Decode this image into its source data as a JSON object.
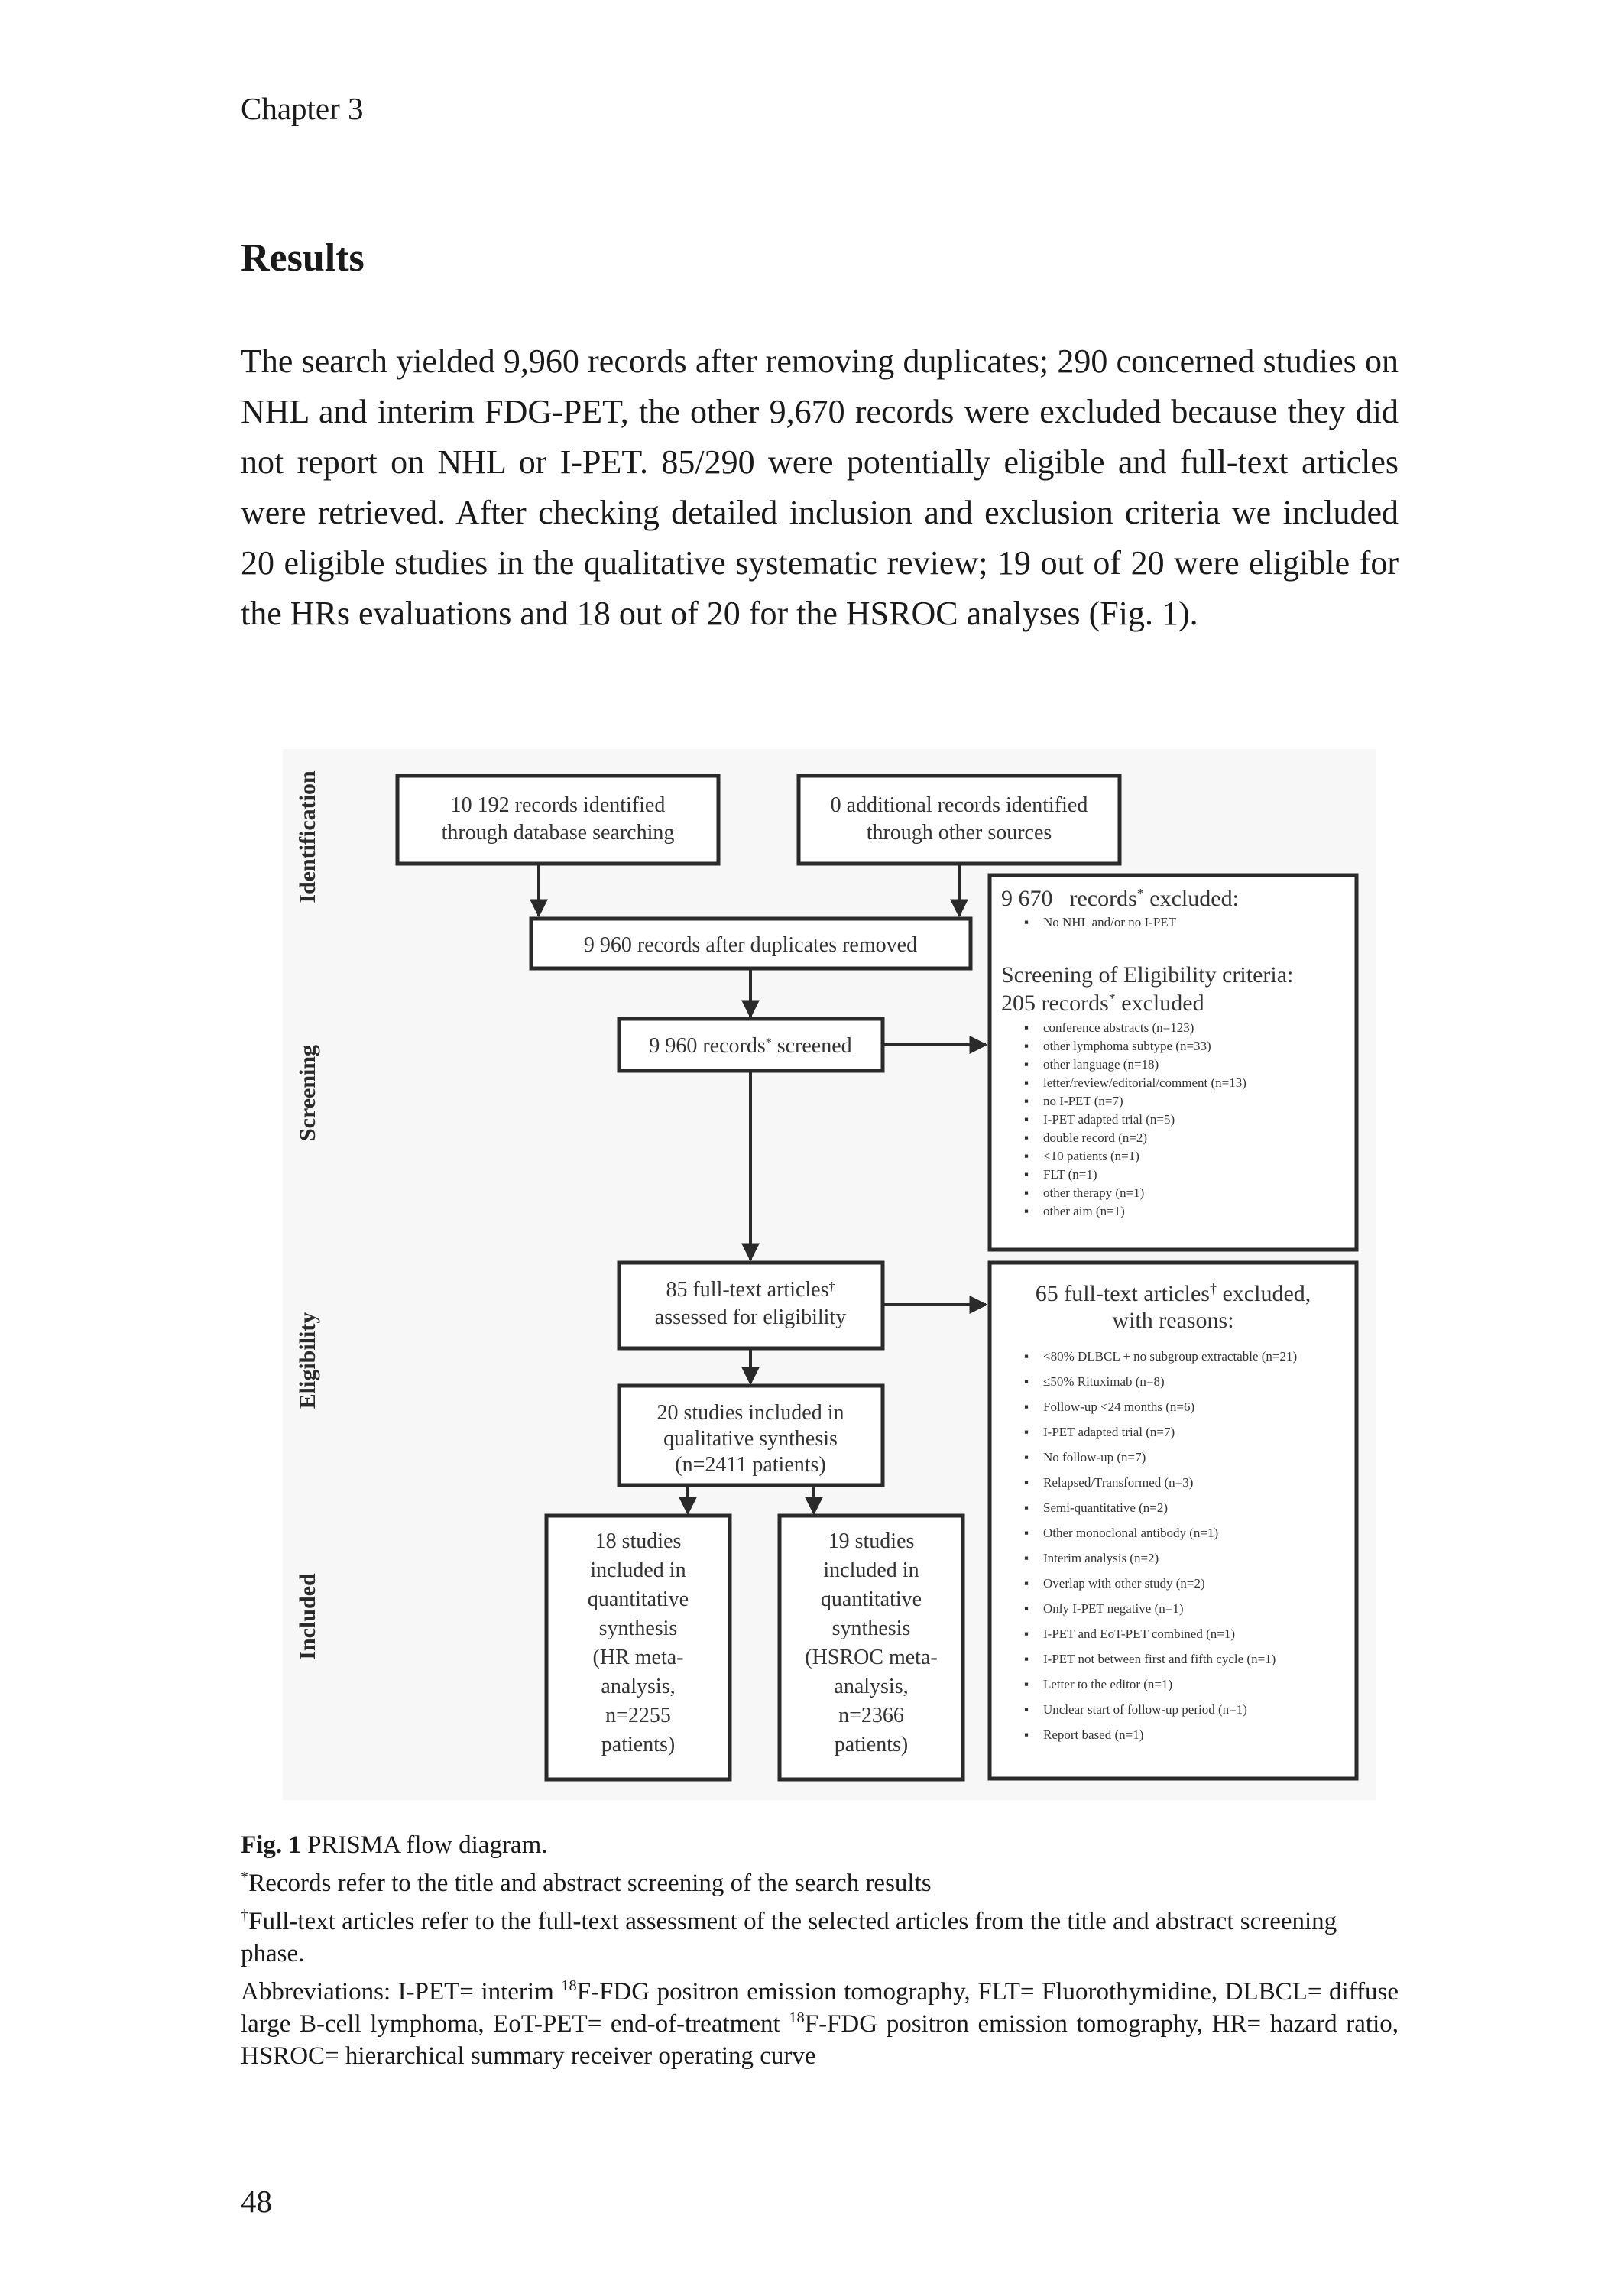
{
  "header": {
    "chapter": "Chapter 3"
  },
  "section": {
    "title": "Results"
  },
  "paragraph": "The search yielded 9,960 records after removing duplicates; 290 concerned studies on NHL and interim FDG-PET, the other 9,670 records were excluded because they did not report on NHL or I-PET. 85/290 were potentially eligible and full-text articles were retrieved. After checking detailed inclusion and exclusion criteria we included 20 eligible studies in the qualitative systematic review; 19 out of 20 were eligible for the HRs evaluations and 18 out of 20 for the HSROC analyses (Fig. 1).",
  "diagram": {
    "phases": [
      "Identification",
      "Screening",
      "Eligibility",
      "Included"
    ],
    "id_db": [
      "10 192 records identified",
      "through database searching"
    ],
    "id_other": [
      "0 additional records identified",
      "through other sources"
    ],
    "dup_removed": "9 960 records after duplicates removed",
    "screened_a": "9 960 records",
    "screened_b": " screened",
    "excl1_num": "9 670",
    "excl1_label": "records",
    "excl1_suffix": " excluded:",
    "excl1_item": "No NHL and/or no I-PET",
    "excl2_title": "Screening of Eligibility criteria:",
    "excl2_sub_a": "205 records",
    "excl2_sub_b": " excluded",
    "excl2_items": [
      "conference abstracts (n=123)",
      "other lymphoma subtype (n=33)",
      "other language (n=18)",
      "letter/review/editorial/comment (n=13)",
      "no I-PET (n=7)",
      "I-PET adapted trial (n=5)",
      "double record (n=2)",
      "<10 patients (n=1)",
      "FLT (n=1)",
      "other therapy (n=1)",
      "other aim (n=1)"
    ],
    "fulltext_a": "85 full-text articles",
    "fulltext_b": "assessed for eligibility",
    "excl3_title_a": "65 full-text articles",
    "excl3_title_b": " excluded,",
    "excl3_title_2": "with reasons:",
    "excl3_items": [
      "<80% DLBCL + no subgroup extractable (n=21)",
      "≤50% Rituximab (n=8)",
      "Follow-up <24 months (n=6)",
      "I-PET adapted trial (n=7)",
      "No follow-up (n=7)",
      "Relapsed/Transformed (n=3)",
      "Semi-quantitative (n=2)",
      "Other monoclonal antibody (n=1)",
      "Interim analysis (n=2)",
      "Overlap with other study (n=2)",
      "Only I-PET negative (n=1)",
      "I-PET and EoT-PET combined (n=1)",
      "I-PET not between first and fifth cycle (n=1)",
      "Letter to the editor (n=1)",
      "Unclear start of follow-up period (n=1)",
      "Report based (n=1)"
    ],
    "qual": [
      "20 studies included in",
      "qualitative synthesis",
      "(n=2411 patients)"
    ],
    "hr": [
      "18 studies",
      "included in",
      "quantitative",
      "synthesis",
      "(HR meta-",
      "analysis,",
      "n=2255",
      "patients)"
    ],
    "hsroc": [
      "19 studies",
      "included in",
      "quantitative",
      "synthesis",
      "(HSROC meta-",
      "analysis,",
      "n=2366",
      "patients)"
    ]
  },
  "caption": {
    "fig_label": "Fig. 1",
    "fig_title": " PRISMA flow diagram.",
    "note1_mark": "*",
    "note1": "Records refer to the title and abstract screening of the search results",
    "note2_mark": "†",
    "note2": "Full-text articles refer to the full-text assessment of the selected articles from the title and abstract screening phase.",
    "abbr_1": "Abbreviations: I-PET= interim ",
    "abbr_sup1": "18",
    "abbr_2": "F-FDG positron emission tomography, FLT= Fluorothymidine, DLBCL= diffuse large B-cell lymphoma, EoT-PET= end-of-treatment ",
    "abbr_sup2": "18",
    "abbr_3": "F-FDG positron emission tomography, HR= hazard ratio, HSROC= hierarchical summary receiver operating curve"
  },
  "footer": {
    "page_number": "48"
  }
}
